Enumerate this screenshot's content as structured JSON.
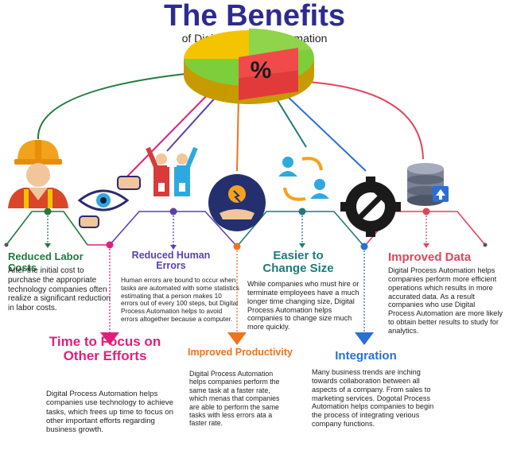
{
  "header": {
    "title": "The Benefits",
    "subtitle": "of Digital Process Automation"
  },
  "pie": {
    "symbol": "%"
  },
  "colors": {
    "green": "#1f7a3d",
    "purple": "#5b3fb3",
    "teal": "#1f7a7a",
    "red": "#e2445c",
    "pink": "#e11f7b",
    "orange": "#f0721c",
    "blue": "#2a6fd6"
  },
  "benefits": {
    "labor": {
      "heading": "Reduced Labor Costs",
      "text": "After the initial cost to purchase the appropriate technology companies often realize a significant reduction in labor costs.",
      "icon": "worker-icon"
    },
    "errors": {
      "heading": "Reduced Human Errors",
      "text": "Human errors are bound to occur when tasks are automated with some statistics estimating that a person makes 10 errors out of every 100 steps, but Digital Process Automation helps to avoid errors altogether because a computer.",
      "icon": "people-icon"
    },
    "size": {
      "heading": "Easier to Change Size",
      "text": "While companies who must hire or terminate employees have a much longer time changing size, Digital Process Automation helps companies to change size much more quickly.",
      "icon": "people-swap-icon"
    },
    "data": {
      "heading": "Improved Data",
      "text": "Digital Process Automation helps companies perform more efficient operations which results in more accurated data. As a result companies who use Digital Process Automation are more likely to obtain better results to study for analytics.",
      "icon": "database-icon"
    },
    "focus": {
      "heading": "Time to Focus on Other Efforts",
      "text": "Digital Process Automation helps companies use technology to achieve tasks, which frees up time to focus on other important efforts regarding business growth.",
      "icon": "eye-hands-icon"
    },
    "productivity": {
      "heading": "Improved Productivity",
      "text": "Digital Process Automation helps companies perform the same task at a faster rate, which menas that companies are able to perform the same tasks with less errors ata a faster rate.",
      "icon": "idea-hand-icon"
    },
    "integration": {
      "heading": "Integration",
      "text": "Many business trends are inching towards collaboration between all aspects of a company. From sales to marketing services. Dogotal Process Automation helps companies to begin the process of integrating verious company functions.",
      "icon": "gear-arrow-icon"
    }
  }
}
